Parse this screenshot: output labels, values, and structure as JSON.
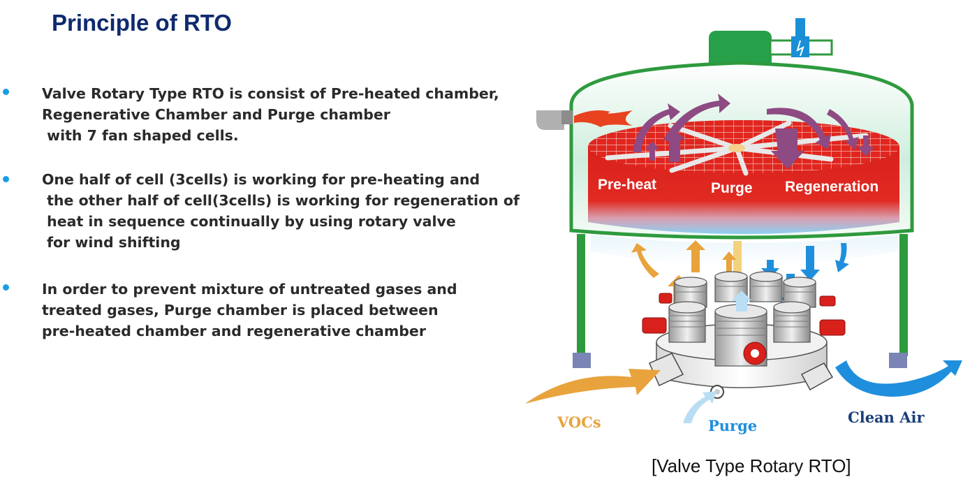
{
  "title": "Principle of RTO",
  "bullets": [
    "Valve Rotary Type RTO is consist of Pre-heated chamber,\nRegenerative Chamber and Purge chamber\n with 7 fan shaped cells.",
    "One half of cell (3cells) is working for pre-heating and\n the other half of cell(3cells) is working for regeneration of\n heat in sequence continually by using rotary valve\n for wind shifting",
    "In order to prevent mixture of untreated gases and\ntreated gases, Purge chamber is placed between\npre-heated chamber and regenerative chamber"
  ],
  "diagram": {
    "labels": {
      "preheat": "Pre-heat",
      "purge_zone": "Purge",
      "regeneration": "Regeneration",
      "vocs": "VOCs",
      "purge_inlet": "Purge",
      "clean_air": "Clean Air"
    },
    "colors": {
      "vessel_outline": "#2e9a3e",
      "bed_red": "#d8211b",
      "bed_blue": "#8ccff3",
      "inflow_arrow": "#e8a33c",
      "outflow_arrow": "#1f8fdd",
      "internal_arrow": "#8e4a82"
    }
  },
  "caption": "[Valve Type Rotary RTO]"
}
